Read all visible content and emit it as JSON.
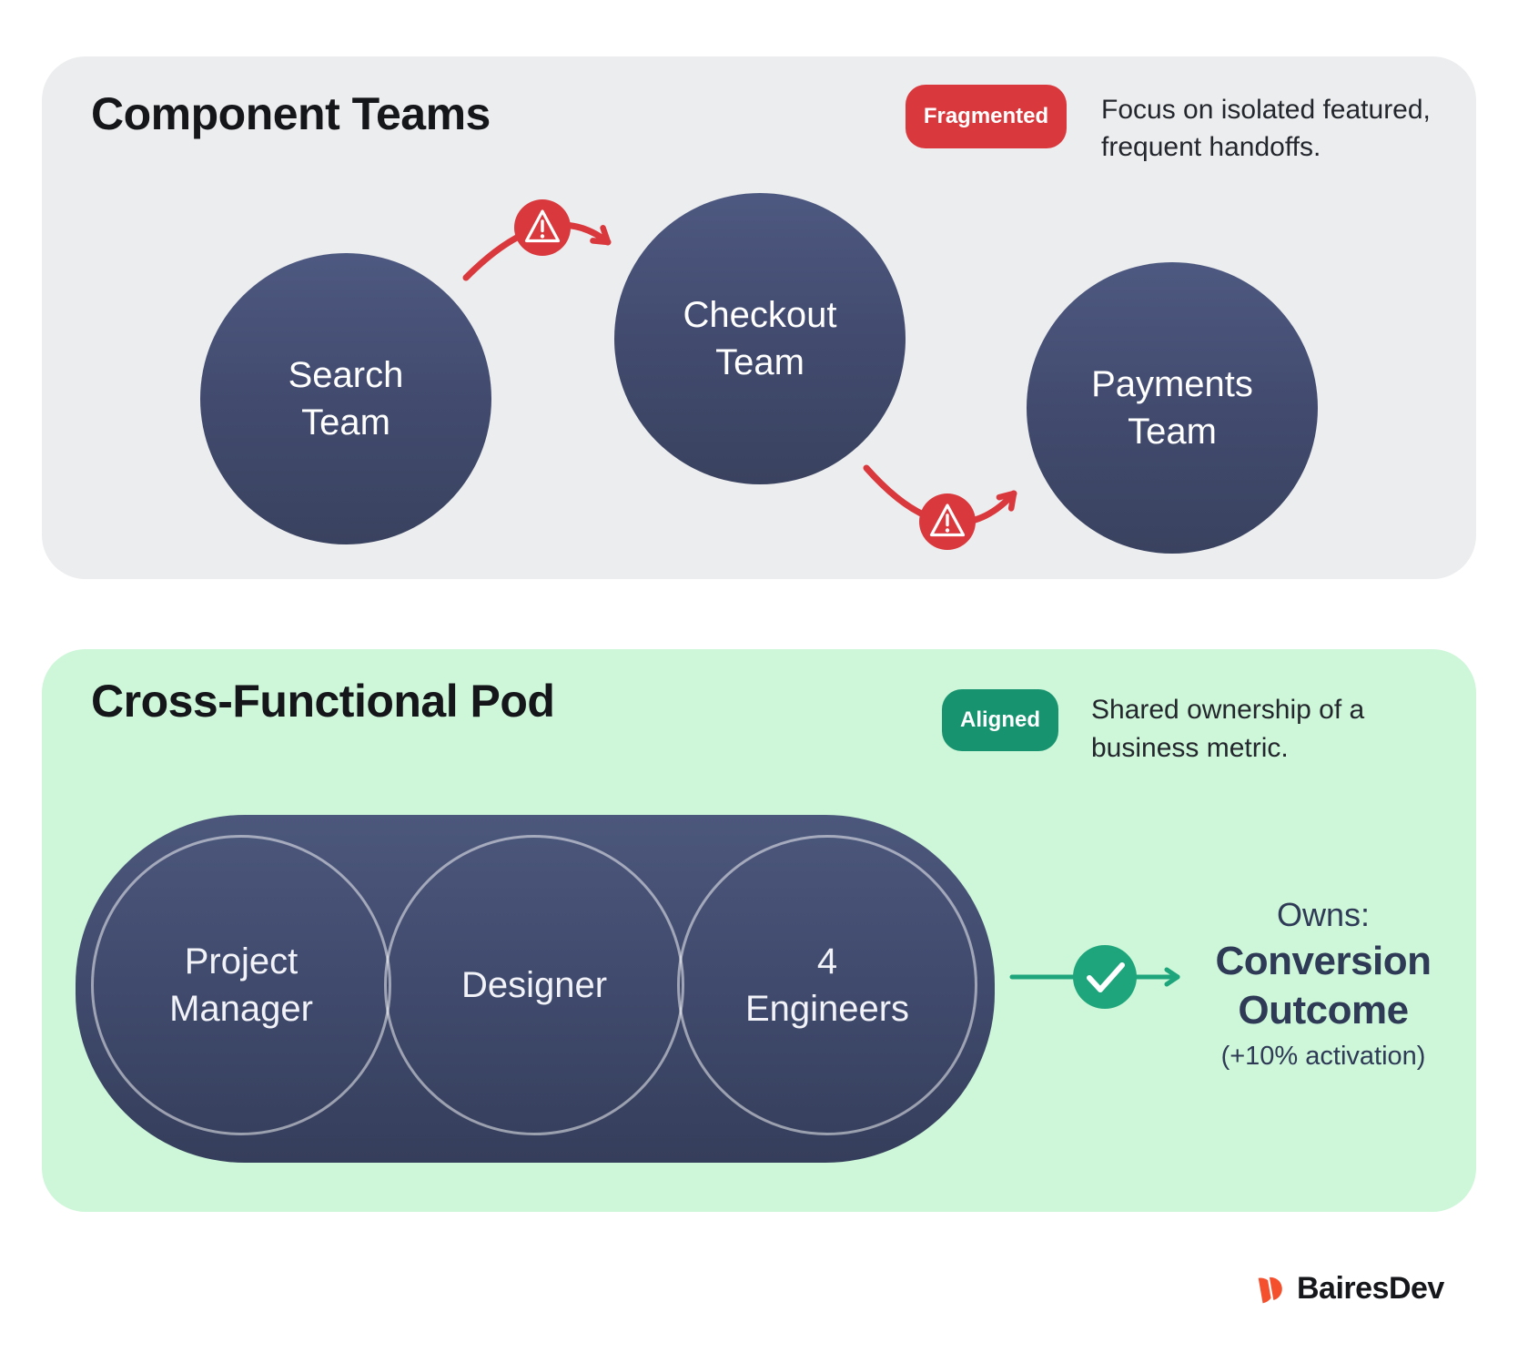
{
  "colors": {
    "accent_red": "#D9383D",
    "badge_green": "#17946F",
    "check_green": "#1EA57B",
    "panel_gray": "#ECEDEE",
    "panel_mint": "#CDF7D8",
    "bubble_gradient_top": "#4E5981",
    "bubble_gradient_bottom": "#39425F",
    "navy_text": "#2E3A56",
    "logo_orange": "#F4502E"
  },
  "top_panel": {
    "title": "Component Teams",
    "badge_label": "Fragmented",
    "desc_line1": "Focus on isolated featured,",
    "desc_line2": "frequent handoffs.",
    "teams": [
      {
        "line1": "Search",
        "line2": "Team"
      },
      {
        "line1": "Checkout",
        "line2": "Team"
      },
      {
        "line1": "Payments",
        "line2": "Team"
      }
    ]
  },
  "bottom_panel": {
    "title": "Cross-Functional Pod",
    "badge_label": "Aligned",
    "desc_line1": "Shared ownership of a",
    "desc_line2": "business metric.",
    "roles": [
      {
        "line1": "Project",
        "line2": "Manager"
      },
      {
        "line1": "Designer"
      },
      {
        "line1": "4",
        "line2": "Engineers"
      }
    ],
    "outcome": {
      "owns": "Owns:",
      "metric_line1": "Conversion",
      "metric_line2": "Outcome",
      "detail": "(+10% activation)"
    }
  },
  "footer": {
    "brand": "BairesDev"
  }
}
